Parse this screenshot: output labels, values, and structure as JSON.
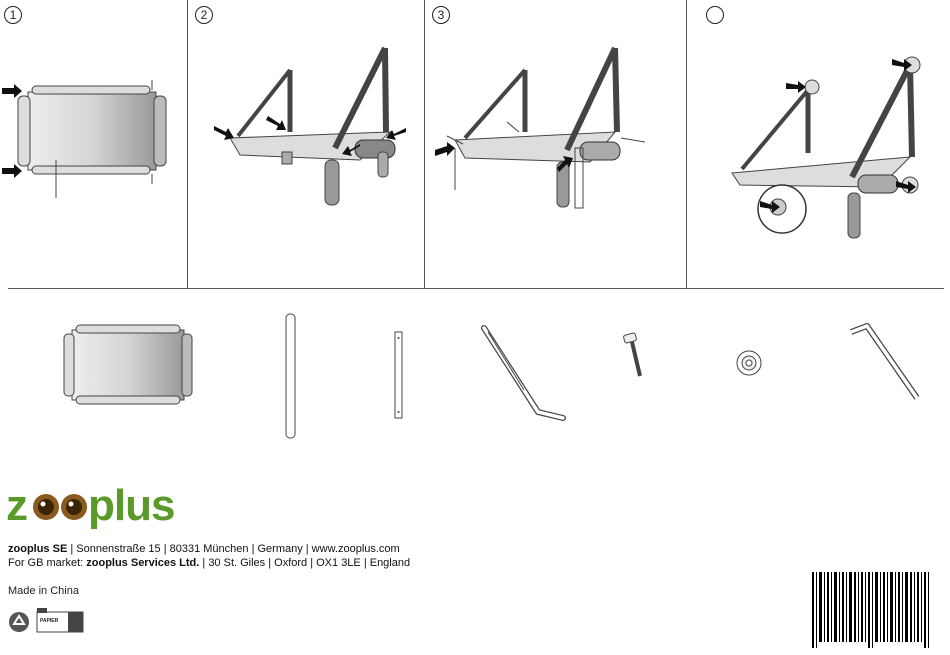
{
  "steps": [
    {
      "number": "1"
    },
    {
      "number": "2"
    },
    {
      "number": "3"
    },
    {
      "number": ""
    }
  ],
  "brand": {
    "logo_text": "zooplus"
  },
  "address": {
    "company": "zooplus SE",
    "line1_rest": " | Sonnenstraße 15 | 80331 München | Germany | www.zooplus.com",
    "gb_prefix": "For GB market: ",
    "gb_company": "zooplus Services Ltd.",
    "gb_rest": " | 30 St. Giles | Oxford | OX1 3LE | England"
  },
  "origin": "Made in China",
  "recycling": {
    "label": "PAPIER",
    "icon": "recycle-icon"
  },
  "colors": {
    "brand_green": "#5a9a2a",
    "lines": "#555555"
  }
}
